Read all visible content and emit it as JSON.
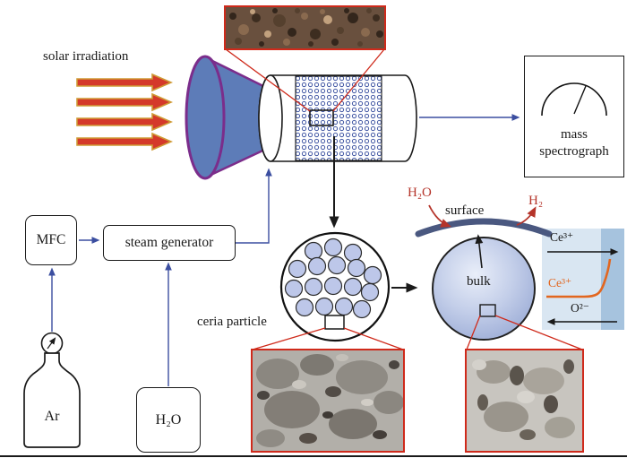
{
  "labels": {
    "solar_irradiation": "solar irradiation",
    "mass_spectrograph": "mass spectrograph",
    "mfc": "MFC",
    "steam_generator": "steam generator",
    "ar": "Ar",
    "h2o_supply": "H₂O",
    "ceria_particle": "ceria particle",
    "surface": "surface",
    "bulk": "bulk",
    "h2o_in": "H₂O",
    "h2_out": "H₂",
    "ce3_transport": "Ce³⁺",
    "ce3_profile": "Ce³⁺",
    "o2_transport": "O²⁻"
  },
  "colors": {
    "red_accent": "#cf2a1b",
    "red_text": "#b5342a",
    "solar_arrow_fill": "#d4392a",
    "solar_arrow_edge": "#cf9a35",
    "blue_line": "#3b4ea0",
    "cone_fill": "#5d7cb8",
    "cone_edge": "#7b2d8b",
    "pattern_dot": "#4056a3",
    "particle_fill": "#bdc7e9",
    "bulk_fill": "#aebde2",
    "surface_band": "#4a5880",
    "profile_curve": "#e2661f",
    "inset_bg_left": "#d9e6f2",
    "inset_bg_right": "#a6c3de"
  }
}
